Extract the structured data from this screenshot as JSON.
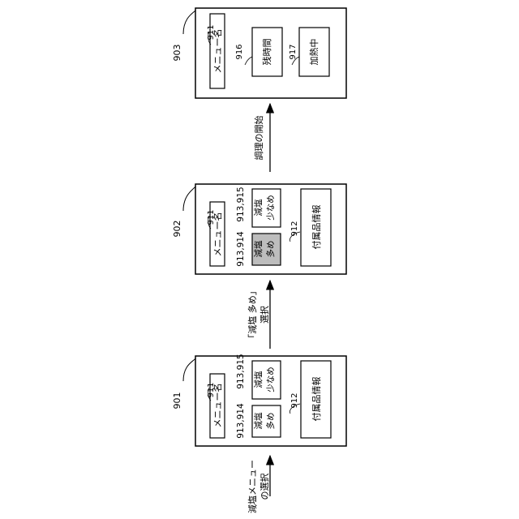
{
  "screens": [
    {
      "ref": "901",
      "menu_ref": "911",
      "menu_name": "メニュー名",
      "btn_a_ref": "913,914",
      "btn_a_line1": "減塩",
      "btn_a_line2": "多め",
      "btn_b_ref": "913,915",
      "btn_b_line1": "減塩",
      "btn_b_line2": "少なめ",
      "info_ref": "912",
      "info_label": "付属品情報"
    },
    {
      "ref": "902",
      "menu_ref": "911",
      "menu_name": "メニュー名",
      "btn_a_ref": "913,914",
      "btn_a_line1": "減塩",
      "btn_a_line2": "多め",
      "btn_b_ref": "913,915",
      "btn_b_line1": "減塩",
      "btn_b_line2": "少なめ",
      "info_ref": "912",
      "info_label": "付属品情報",
      "btn_a_selected_color": "#bdbdbd"
    },
    {
      "ref": "903",
      "menu_ref": "911",
      "menu_name": "メニュー名",
      "remaining_ref": "916",
      "remaining_label": "残時間",
      "heating_ref": "917",
      "heating_label": "加熱中"
    }
  ],
  "transitions": {
    "t1_line1": "減塩メニュー",
    "t1_line2": "の選択",
    "t2_line1": "「減塩 多め」",
    "t2_line2": "選択",
    "t3_line1": "調理の開始"
  }
}
